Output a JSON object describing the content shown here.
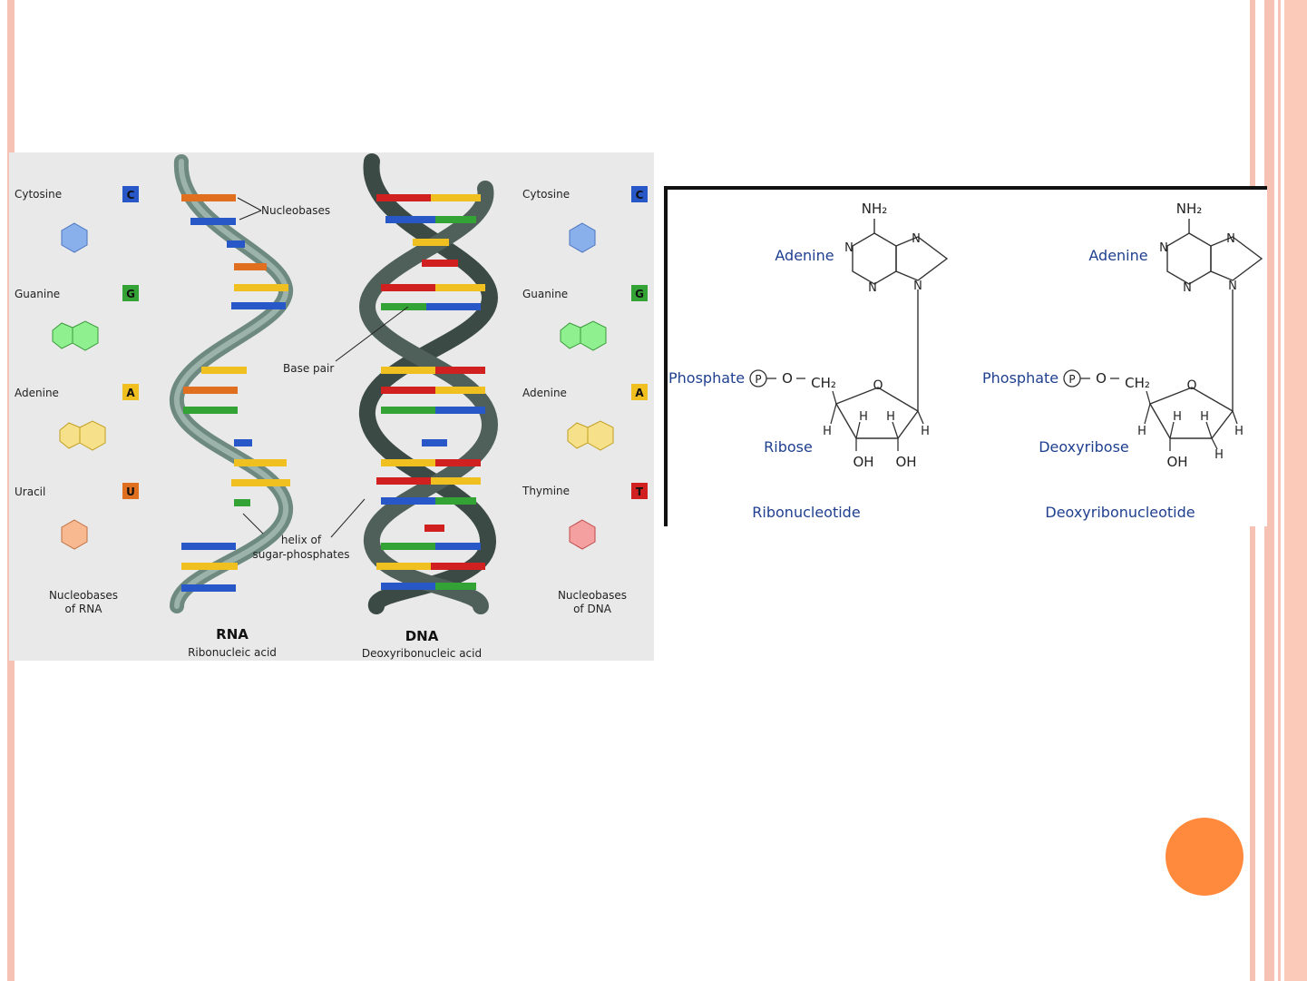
{
  "theme": {
    "accent": "#f6c2b4",
    "circle": "#ff8a3d",
    "figure_bg": "#e9e9e9",
    "label_blue": "#1f3f8f"
  },
  "left_figure": {
    "rna_bases": [
      {
        "name": "Cytosine",
        "letter": "C",
        "color": "#2858c8"
      },
      {
        "name": "Guanine",
        "letter": "G",
        "color": "#33a336"
      },
      {
        "name": "Adenine",
        "letter": "A",
        "color": "#f0c020"
      },
      {
        "name": "Uracil",
        "letter": "U",
        "color": "#e07020"
      }
    ],
    "dna_bases": [
      {
        "name": "Cytosine",
        "letter": "C",
        "color": "#2858c8"
      },
      {
        "name": "Guanine",
        "letter": "G",
        "color": "#33a336"
      },
      {
        "name": "Adenine",
        "letter": "A",
        "color": "#f0c020"
      },
      {
        "name": "Thymine",
        "letter": "T",
        "color": "#d02020"
      }
    ],
    "caption_rna_1": "Nucleobases",
    "caption_rna_2": "of RNA",
    "caption_dna_1": "Nucleobases",
    "caption_dna_2": "of DNA",
    "annotation_nucleobases": "Nucleobases",
    "annotation_base_pair": "Base pair",
    "annotation_helix_1": "helix of",
    "annotation_helix_2": "sugar-phosphates",
    "rna_title": "RNA",
    "rna_subtitle": "Ribonucleic acid",
    "dna_title": "DNA",
    "dna_subtitle": "Deoxyribonucleic acid"
  },
  "right_figure": {
    "left": {
      "base_label": "Adenine",
      "amine": "NH₂",
      "phosphate": "Phosphate",
      "p": "P",
      "o": "O",
      "ch2": "CH₂",
      "ring_o": "O",
      "sugar_label": "Ribose",
      "oh1": "OH",
      "oh2": "OH",
      "h": "H",
      "n": "N",
      "title": "Ribonucleotide"
    },
    "right": {
      "base_label": "Adenine",
      "amine": "NH₂",
      "phosphate": "Phosphate",
      "p": "P",
      "o": "O",
      "ch2": "CH₂",
      "ring_o": "O",
      "sugar_label": "Deoxyribose",
      "oh1": "OH",
      "h": "H",
      "n": "N",
      "title": "Deoxyribonucleotide"
    }
  }
}
